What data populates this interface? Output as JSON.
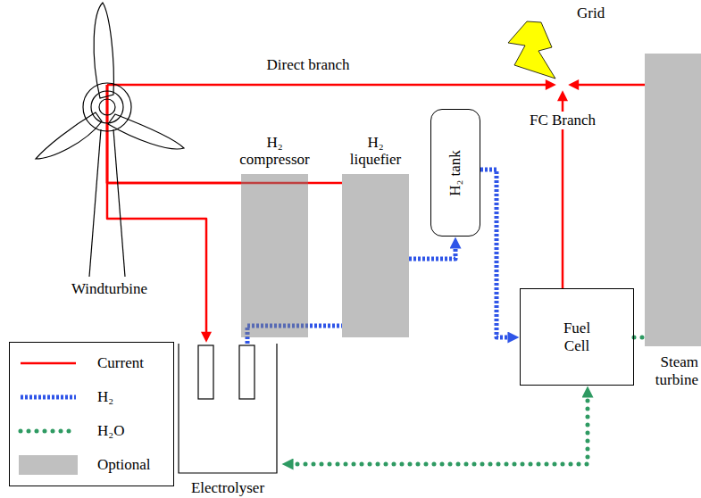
{
  "diagram": {
    "nodes": [
      {
        "text": [
          "Windturbine"
        ]
      },
      {
        "text": [
          "H₂ compressor"
        ]
      },
      {
        "text": [
          "H₂ liquefier"
        ]
      },
      {
        "text": [
          "H₂ tank"
        ]
      },
      {
        "text": [
          "Fuel Cell"
        ]
      },
      {
        "text": [
          "Steam turbine"
        ]
      },
      {
        "text": [
          "Electrolyser"
        ]
      },
      {
        "text": [
          "Grid"
        ]
      }
    ],
    "edges": [
      {
        "from": 0,
        "to": 7,
        "arrow": "to",
        "label": "Direct branch"
      },
      {
        "from": 0,
        "to": 1,
        "arrow": "none"
      },
      {
        "from": 0,
        "to": 2,
        "arrow": "none"
      },
      {
        "from": 0,
        "to": 6,
        "arrow": "to"
      },
      {
        "from": 4,
        "to": 7,
        "arrow": "to",
        "label": "FC Branch"
      },
      {
        "from": 5,
        "to": 7,
        "arrow": "to"
      },
      {
        "from": 6,
        "to": 2,
        "arrow": "none"
      },
      {
        "from": 2,
        "to": 3,
        "arrow": "to"
      },
      {
        "from": 3,
        "to": 4,
        "arrow": "to"
      },
      {
        "from": 4,
        "to": 6,
        "arrow": "both"
      },
      {
        "from": 4,
        "to": 5,
        "arrow": "none"
      }
    ],
    "legend": [
      {
        "text": "Current"
      },
      {
        "text": "H₂"
      },
      {
        "text": "H₂O"
      },
      {
        "text": "Optional",
        "color": "#c0c0c0"
      }
    ]
  }
}
